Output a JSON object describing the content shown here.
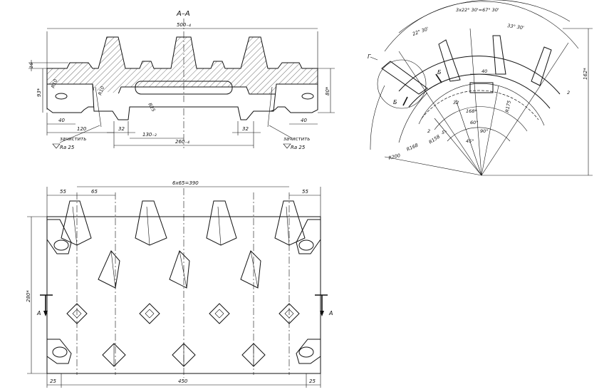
{
  "section": {
    "title": "А–А"
  },
  "section_dims": {
    "overall": "500₋₄",
    "height_left": "93*",
    "height_right": "80*",
    "tooth_top": "16",
    "r_left": "R10",
    "r_inner": "R10",
    "r_slot": "R25",
    "edge_left": "40",
    "edge_right": "40",
    "dist_120": "120",
    "w_32_left": "32",
    "w_32_right": "32",
    "w_130": "130₋₂",
    "w_260": "260₋₄",
    "note_left": "зачистить",
    "note_right": "зачистить",
    "ra_left": "Ra 25",
    "ra_right": "Ra 25"
  },
  "arc_view": {
    "angles_top": "3x22° 30'=67° 30'",
    "angle_22": "22° 30'",
    "angle_33": "33° 30'",
    "letter_g": "Г",
    "letter_b1": "Б",
    "letter_b2": "Б",
    "dim_40": "40",
    "dim_32": "32",
    "dim_168": "168*",
    "dim_r175": "R175",
    "dim_162": "162*",
    "dim_2": "2",
    "dim_2b": "2",
    "ang_60": "60°",
    "ang_90": "90°",
    "ang_45": "45°",
    "ang_5": "5°",
    "r200": "R200",
    "r168": "R168",
    "r158": "R158"
  },
  "plan": {
    "dim_55_left": "55",
    "dim_65": "65",
    "dim_pitch": "6x65=390",
    "dim_55_right": "55",
    "dim_280": "280*",
    "cut_left": "А",
    "cut_right": "А",
    "dim_25_left": "25",
    "dim_450": "450",
    "dim_25_right": "25"
  }
}
